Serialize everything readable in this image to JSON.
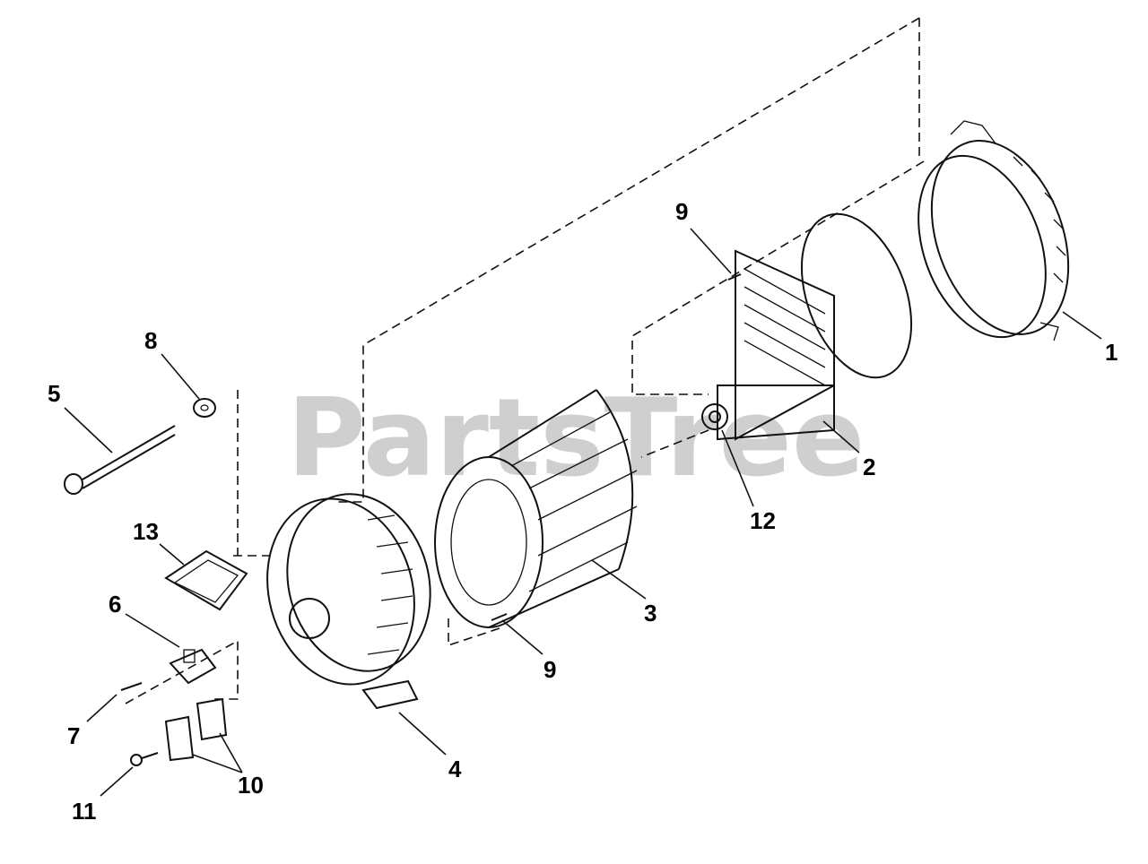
{
  "watermark": "PartsTree",
  "callouts": [
    "1",
    "2",
    "3",
    "4",
    "5",
    "6",
    "7",
    "8",
    "9",
    "9",
    "10",
    "11",
    "12",
    "13"
  ]
}
